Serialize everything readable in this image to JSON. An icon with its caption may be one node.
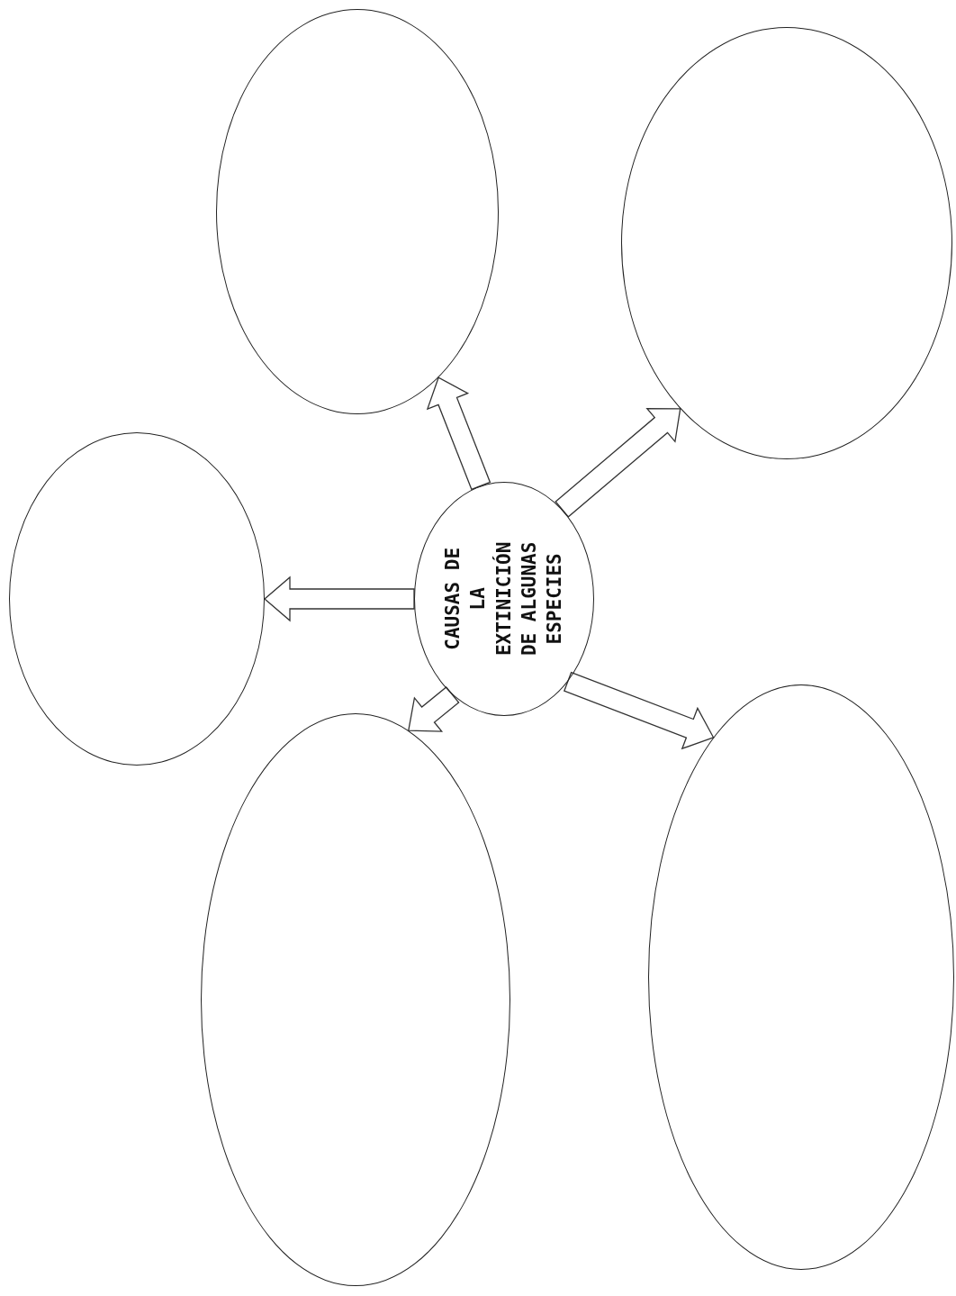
{
  "diagram": {
    "nodes": [
      {
        "text": [
          "CAUSAS DE LA EXTINICIÓN DE ALGUNAS ESPECIES"
        ]
      },
      {
        "text": [],
        "shape": "ellipse"
      },
      {
        "text": [],
        "shape": "ellipse"
      },
      {
        "text": [],
        "shape": "ellipse"
      },
      {
        "text": [],
        "shape": "ellipse"
      },
      {
        "text": [],
        "shape": "ellipse"
      }
    ],
    "edges": [
      {
        "from": 0,
        "to": 1,
        "arrow": "to"
      },
      {
        "from": 0,
        "to": 2,
        "arrow": "to"
      },
      {
        "from": 0,
        "to": 3,
        "arrow": "to"
      },
      {
        "from": 0,
        "to": 4,
        "arrow": "to"
      },
      {
        "from": 0,
        "to": 5,
        "arrow": "to"
      }
    ]
  }
}
